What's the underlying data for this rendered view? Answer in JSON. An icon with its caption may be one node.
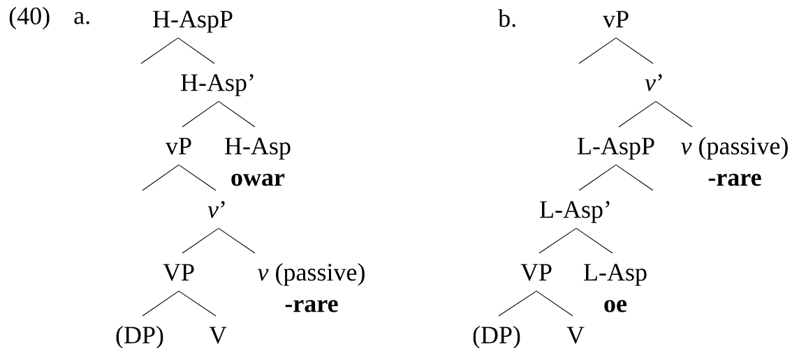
{
  "diagram": {
    "nodes": [
      {
        "text": [
          "H-AspP"
        ]
      },
      {
        "text": [
          "H-Asp’"
        ]
      },
      {
        "text": [
          "vP"
        ]
      },
      {
        "text": [
          "H-Asp",
          "owar"
        ]
      },
      {
        "text": [
          "*v*’"
        ]
      },
      {
        "text": [
          "VP"
        ]
      },
      {
        "text": [
          "*v* (passive)",
          "-rare"
        ]
      },
      {
        "text": [
          "(DP)"
        ]
      },
      {
        "text": [
          "V"
        ]
      },
      {
        "text": [
          "vP"
        ]
      },
      {
        "text": [
          "*v*’"
        ]
      },
      {
        "text": [
          "L-AspP"
        ]
      },
      {
        "text": [
          "*v* (passive)",
          "-rare"
        ]
      },
      {
        "text": [
          "L-Asp’"
        ]
      },
      {
        "text": [
          "VP"
        ]
      },
      {
        "text": [
          "L-Asp",
          "oe"
        ]
      },
      {
        "text": [
          "(DP)"
        ]
      },
      {
        "text": [
          "V"
        ]
      }
    ],
    "edges": [
      {
        "from": 0,
        "to": null,
        "arrow": "none"
      },
      {
        "from": 0,
        "to": 1,
        "arrow": "none"
      },
      {
        "from": 1,
        "to": 2,
        "arrow": "none"
      },
      {
        "from": 1,
        "to": 3,
        "arrow": "none"
      },
      {
        "from": 2,
        "to": null,
        "arrow": "none"
      },
      {
        "from": 2,
        "to": 4,
        "arrow": "none"
      },
      {
        "from": 4,
        "to": 5,
        "arrow": "none"
      },
      {
        "from": 4,
        "to": 6,
        "arrow": "none"
      },
      {
        "from": 5,
        "to": 7,
        "arrow": "none"
      },
      {
        "from": 5,
        "to": 8,
        "arrow": "none"
      },
      {
        "from": 9,
        "to": null,
        "arrow": "none"
      },
      {
        "from": 9,
        "to": 10,
        "arrow": "none"
      },
      {
        "from": 10,
        "to": 11,
        "arrow": "none"
      },
      {
        "from": 10,
        "to": 12,
        "arrow": "none"
      },
      {
        "from": 11,
        "to": 13,
        "arrow": "none"
      },
      {
        "from": 11,
        "to": null,
        "arrow": "none"
      },
      {
        "from": 13,
        "to": 14,
        "arrow": "none"
      },
      {
        "from": 13,
        "to": 15,
        "arrow": "none"
      },
      {
        "from": 14,
        "to": 16,
        "arrow": "none"
      },
      {
        "from": 14,
        "to": 17,
        "arrow": "none"
      }
    ],
    "labels": [
      "(40)",
      "a.",
      "b."
    ]
  }
}
